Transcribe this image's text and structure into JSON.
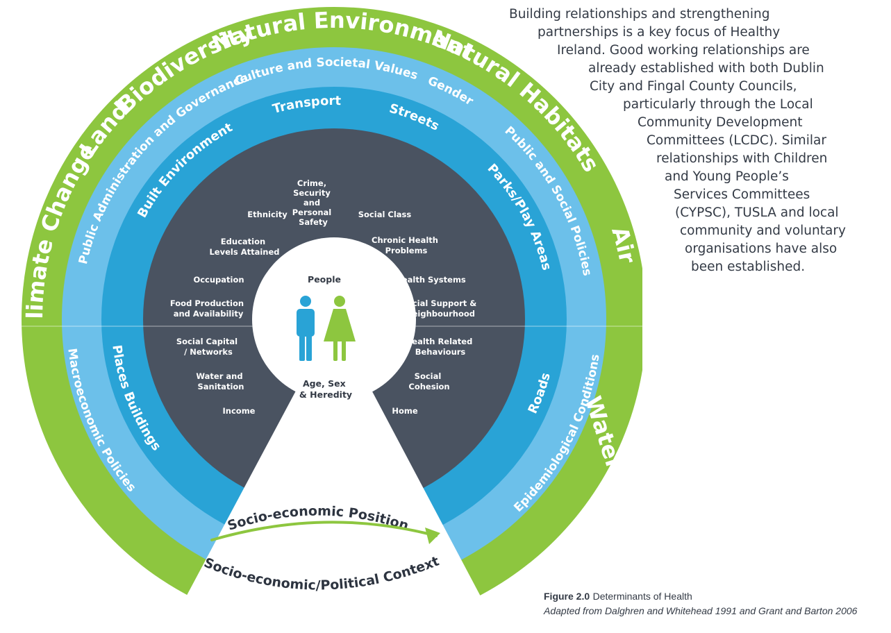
{
  "intro_lines": [
    "Building relationships and strengthening",
    "partnerships is a key focus of Healthy",
    "Ireland. Good working relationships are",
    "already established with both Dublin",
    "City and Fingal County Councils,",
    "particularly through the Local",
    "Community Development",
    "Committees (LCDC). Similar",
    "relationships with Children",
    "and Young People’s",
    "Services Committees",
    "(CYPSC), TUSLA and local",
    "community and voluntary",
    "organisations have also",
    "been established."
  ],
  "caption": {
    "number": "Figure 2.0",
    "title": "Determinants of Health",
    "source": "Adapted from Dalghren and Whitehead 1991 and Grant and Barton 2006"
  },
  "colors": {
    "outer_ring": "#8dc63f",
    "policy_ring": "#6cc0ea",
    "built_ring": "#29a3d6",
    "core": "#4a5361",
    "male_figure": "#29a3d6",
    "female_figure": "#8dc63f",
    "arrow": "#8dc63f",
    "text_dark": "#333a45"
  },
  "icons": [
    "male-person-icon",
    "female-person-icon",
    "curved-arrow-icon"
  ],
  "diagram": {
    "outer_ring": [
      "Climate Change",
      "Land",
      "Biodiversity",
      "Natural Environment",
      "Natural Habitats",
      "Air",
      "Water"
    ],
    "policy_ring": [
      "Macroeconomic Policies",
      "Public Administration and Governance",
      "Culture and Societal Values",
      "Gender",
      "Public and Social Policies",
      "Epidemiological Conditions"
    ],
    "built_ring": [
      "Places Buildings",
      "Built Environment",
      "Transport",
      "Streets",
      "Parks/Play Areas",
      "Roads"
    ],
    "core_factors": [
      [
        "Crime,",
        "Security",
        "and",
        "Personal",
        "Safety"
      ],
      [
        "Ethnicity"
      ],
      [
        "Social Class"
      ],
      [
        "Education",
        "Levels Attained"
      ],
      [
        "Chronic Health",
        "Problems"
      ],
      [
        "Occupation"
      ],
      [
        "Health Systems"
      ],
      [
        "Food Production",
        "and Availability"
      ],
      [
        "Social Support &",
        "Neighbourhood"
      ],
      [
        "Social Capital",
        "/ Networks"
      ],
      [
        "Health Related",
        "Behaviours"
      ],
      [
        "Water and",
        "Sanitation"
      ],
      [
        "Social",
        "Cohesion"
      ],
      [
        "Income"
      ],
      [
        "Home"
      ]
    ],
    "center_top": "People",
    "center_bottom": [
      "Age, Sex",
      "& Heredity"
    ],
    "arrow_label": "Socio-economic Position",
    "context_label": "Socio-economic/Political Context"
  }
}
